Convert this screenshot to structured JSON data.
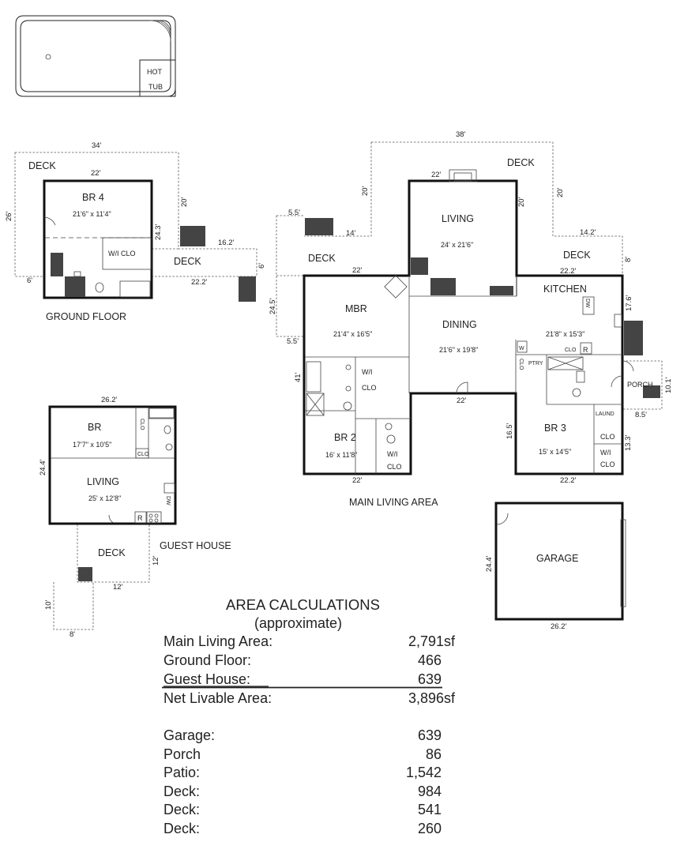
{
  "pool": {
    "hot_tub_line1": "HOT",
    "hot_tub_line2": "TUB"
  },
  "ground_floor": {
    "caption": "GROUND FLOOR",
    "deck_label": "DECK",
    "deck2_label": "DECK",
    "br4_name": "BR 4",
    "br4_size": "21'6\" x 11'4\"",
    "wic_label": "W/I CLO",
    "dims": {
      "top_outer": "34'",
      "top_inner": "22'",
      "left_outer": "26'",
      "right": "24.3'",
      "twenty": "20'",
      "walk": "16.2'",
      "six_right": "6'",
      "bottom": "22.2'",
      "six_left": "6'"
    }
  },
  "main": {
    "caption": "MAIN LIVING AREA",
    "deck_top": "DECK",
    "deck_left": "DECK",
    "deck_right": "DECK",
    "living_name": "LIVING",
    "living_size": "24' x 21'6\"",
    "mbr_name": "MBR",
    "mbr_size": "21'4\" x 16'5\"",
    "dining_name": "DINING",
    "dining_size": "21'6\" x 19'8\"",
    "kitchen_name": "KITCHEN",
    "kitchen_size": "21'8\" x 15'3\"",
    "br2_name": "BR 2",
    "br2_size": "16' x 11'8\"",
    "br3_name": "BR 3",
    "br3_size": "15' x 14'5\"",
    "wic_w": "W/I",
    "wic_clo": "CLO",
    "br2_wi": "W/I",
    "br2_clo": "CLO",
    "br3_clo": "CLO",
    "br3_wi": "W/I",
    "br3_clo2": "CLO",
    "laund": "LAUND",
    "porch": "PORCH",
    "ptry": "PTRY",
    "clo_small": "CLO",
    "r_label": "R",
    "w_label": "W",
    "clo_v": "CLO",
    "dw_label": "DW",
    "dims": {
      "top": "38'",
      "living_top": "22'",
      "twenty_l": "20'",
      "twenty_r": "20'",
      "twenty_m": "20'",
      "five5_top": "5.5'",
      "fourteen": "14'",
      "deck_edge": "22'",
      "fourteen2": "14.2'",
      "twentytwo2": "22.2'",
      "eight": "8'",
      "seventeen6": "17.6'",
      "twentyfour5": "24.5'",
      "five5_bot": "5.5'",
      "fortyone": "41'",
      "twentytwo_mid": "22'",
      "sixteen5": "16.5'",
      "twentytwo_bot": "22'",
      "twentytwo2_bot": "22.2'",
      "thirteen3": "13.3'",
      "ten1": "10.1'",
      "eight5": "8.5'"
    }
  },
  "guest": {
    "caption": "GUEST HOUSE",
    "br_name": "BR",
    "br_size": "17'7\" x 10'5\"",
    "clo": "CLO",
    "clo_small": "CLO",
    "living_name": "LIVING",
    "living_size": "25' x 12'8\"",
    "dw": "DW",
    "r": "R",
    "deck_label": "DECK",
    "dims": {
      "top": "26.2'",
      "left": "24.4'",
      "twelve_r": "12'",
      "twelve_b": "12'",
      "ten": "10'",
      "eight": "8'"
    }
  },
  "garage": {
    "name": "GARAGE",
    "dims": {
      "left": "24.4'",
      "bottom": "26.2'"
    }
  },
  "area": {
    "title": "AREA CALCULATIONS",
    "subtitle": "(approximate)",
    "rows": [
      {
        "label": "Main Living Area:",
        "value": "2,791sf"
      },
      {
        "label": "Ground Floor:",
        "value": "466"
      },
      {
        "label": "Guest House:",
        "value": "639"
      },
      {
        "label": "Net Livable Area:",
        "value": "3,896sf"
      },
      {
        "label": "Garage:",
        "value": "639"
      },
      {
        "label": "Porch",
        "value": "86"
      },
      {
        "label": "Patio:",
        "value": "1,542"
      },
      {
        "label": "Deck:",
        "value": "984"
      },
      {
        "label": "Deck:",
        "value": "541"
      },
      {
        "label": "Deck:",
        "value": "260"
      }
    ]
  }
}
